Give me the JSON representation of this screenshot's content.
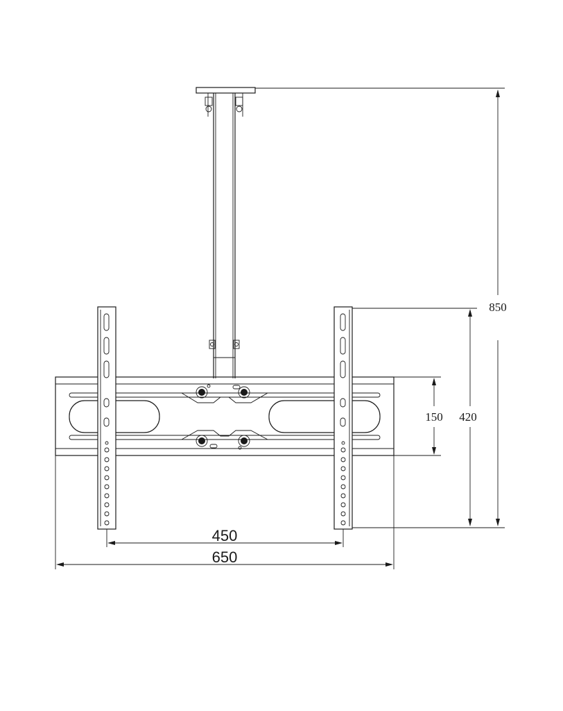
{
  "dimensions": {
    "total_height": "850",
    "bracket_height": "420",
    "plate_height": "150",
    "hole_spacing": "450",
    "overall_width": "650"
  }
}
